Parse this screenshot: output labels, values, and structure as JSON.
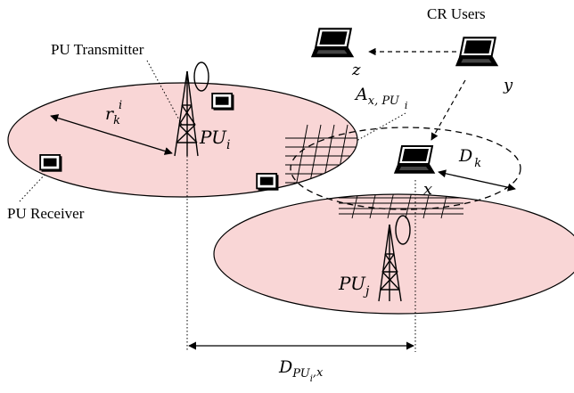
{
  "labels": {
    "cr_users": "CR Users",
    "pu_transmitter": "PU Transmitter",
    "pu_receiver": "PU Receiver",
    "pu_i_main": "PU",
    "pu_i_sub": "i",
    "pu_j_main": "PU",
    "pu_j_sub": "j",
    "r_main": "r",
    "r_sub": "k",
    "r_sup": "i",
    "a_main": "A",
    "a_sub": "x, PU",
    "a_subsub": "i",
    "d_k_main": "D",
    "d_k_sub": "k",
    "d_pu_main": "D",
    "d_pu_sub": "PU",
    "d_pu_subsub": "i",
    "d_pu_subtail": ",x",
    "node_x": "x",
    "node_y": "y",
    "node_z": "z"
  },
  "colors": {
    "pu_area_fill": "#f9d6d6",
    "stroke": "#000000"
  },
  "icons": {
    "transmitter": "antenna-tower-icon",
    "receiver": "tv-icon",
    "cr_user": "laptop-icon"
  }
}
